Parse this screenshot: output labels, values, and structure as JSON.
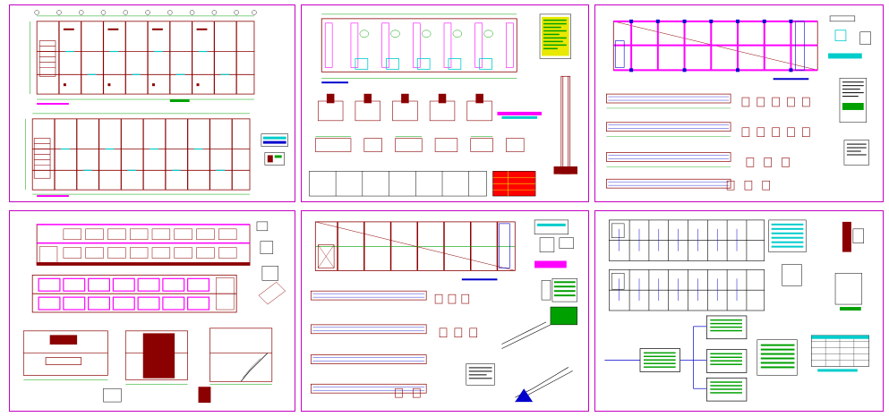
{
  "colors": {
    "sheet_border": "#c400c4",
    "structure": "#8b0000",
    "dimension": "#00a000",
    "annotation": "#0000cc",
    "highlight": "#ff00ff",
    "cyan": "#00cccc",
    "yellow": "#e8e800",
    "background": "#ffffff"
  },
  "sheets": [
    {
      "id": "sheet-1",
      "content": "floor-plans"
    },
    {
      "id": "sheet-2",
      "content": "foundation-plan-and-details"
    },
    {
      "id": "sheet-3",
      "content": "beam-framing-plan"
    },
    {
      "id": "sheet-4",
      "content": "elevations-and-sections"
    },
    {
      "id": "sheet-5",
      "content": "roof-framing-and-stair-details"
    },
    {
      "id": "sheet-6",
      "content": "electrical-plans-and-diagrams"
    }
  ]
}
